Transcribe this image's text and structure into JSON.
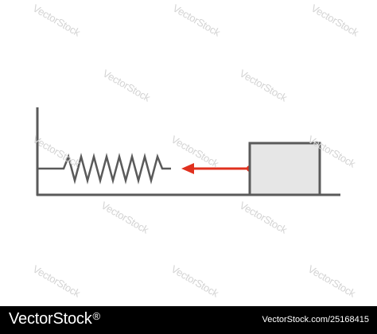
{
  "colors": {
    "line": "#5a5a5a",
    "arrow": "#e0301e",
    "block_fill": "#e6e6e6",
    "background": "#ffffff",
    "footer": "#000000"
  },
  "watermark": {
    "text": "VectorStock"
  },
  "footer": {
    "brand": "VectorStock",
    "brand_mark": "®",
    "id_text": "VectorStock.com/25168415"
  }
}
